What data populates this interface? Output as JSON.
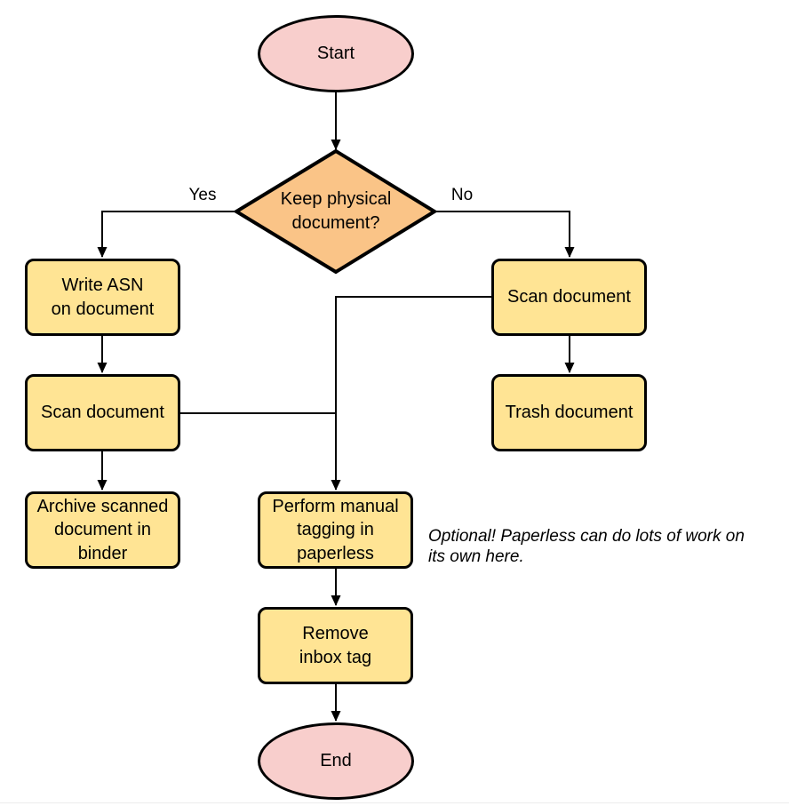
{
  "diagram": {
    "type": "flowchart",
    "nodes": {
      "start": {
        "label": "Start",
        "shape": "terminal"
      },
      "decision": {
        "label": "Keep physical\ndocument?",
        "shape": "decision"
      },
      "write_asn": {
        "label": "Write ASN\non document",
        "shape": "process"
      },
      "scan_left": {
        "label": "Scan document",
        "shape": "process"
      },
      "archive": {
        "label": "Archive scanned\ndocument in\nbinder",
        "shape": "process"
      },
      "scan_right": {
        "label": "Scan document",
        "shape": "process"
      },
      "trash": {
        "label": "Trash document",
        "shape": "process"
      },
      "tagging": {
        "label": "Perform manual\ntagging in\npaperless",
        "shape": "process"
      },
      "remove_inbox": {
        "label": "Remove\ninbox tag",
        "shape": "process"
      },
      "end": {
        "label": "End",
        "shape": "terminal"
      }
    },
    "edge_labels": {
      "yes": "Yes",
      "no": "No"
    },
    "note": {
      "text": "Optional! Paperless can do lots of work on\nits own here."
    }
  },
  "colors": {
    "terminal_fill": "#f8cecc",
    "decision_fill": "#fac487",
    "process_fill": "#ffe494",
    "stroke": "#000000",
    "rule_color": "#ededed"
  }
}
